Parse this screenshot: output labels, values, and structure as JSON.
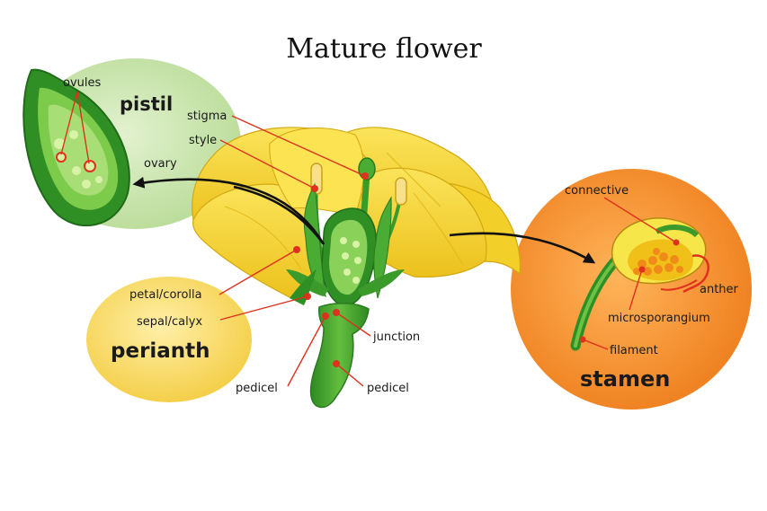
{
  "title": "Mature flower",
  "groups": {
    "pistil": "pistil",
    "perianth": "perianth",
    "stamen": "stamen"
  },
  "labels": {
    "ovules": "ovules",
    "stigma": "stigma",
    "style": "style",
    "ovary": "ovary",
    "petal": "petal/corolla",
    "sepal": "sepal/calyx",
    "junction": "junction",
    "pedicel_left": "pedicel",
    "pedicel_right": "pedicel",
    "connective": "connective",
    "anther": "anther",
    "microsporangium": "microsporangium",
    "filament": "filament"
  },
  "colors": {
    "pistil_bubble": "#cfe6b4",
    "perianth_bubble": "#f8d96a",
    "stamen_bubble": "#f39a3a",
    "petal": "#f6d72e",
    "green": "#3a9a2a",
    "leader": "#e0301e"
  }
}
